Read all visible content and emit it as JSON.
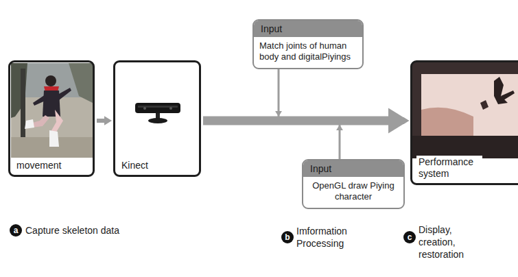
{
  "diagram": {
    "nodes": [
      {
        "text": [
          "movement"
        ]
      },
      {
        "text": [
          "Kinect"
        ]
      },
      {
        "text": [
          "Input",
          "Match joints of human body and digitalPiyings"
        ]
      },
      {
        "text": [
          "Input",
          "OpenGL draw Piying character"
        ]
      },
      {
        "text": [
          "Performance system"
        ]
      }
    ],
    "edges": [
      {
        "from": 0,
        "to": 1,
        "arrow": "to"
      },
      {
        "from": 1,
        "to": 4,
        "arrow": "to"
      },
      {
        "from": 2,
        "to": 4,
        "arrow": "to"
      },
      {
        "from": 3,
        "to": 4,
        "arrow": "to"
      }
    ],
    "labels": [
      "a",
      "Capture skeleton data",
      "b",
      "Imformation Processing",
      "c",
      "Display, creation, restoration"
    ]
  }
}
